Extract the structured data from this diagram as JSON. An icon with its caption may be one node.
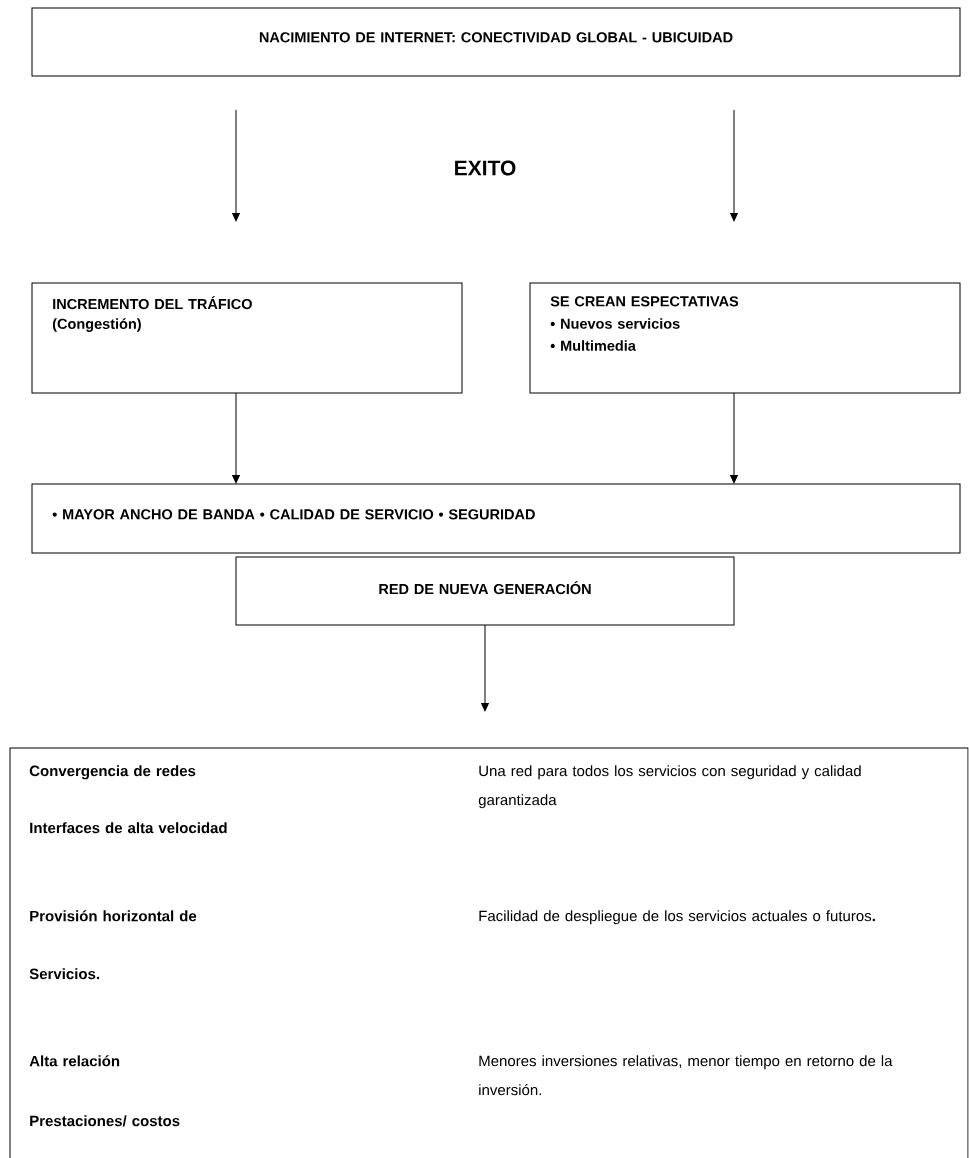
{
  "diagram": {
    "nodes": [
      {
        "text": [
          "NACIMIENTO DE INTERNET: CONECTIVIDAD GLOBAL - UBICUIDAD"
        ]
      },
      {
        "text": [
          "INCREMENTO DEL TRÁFICO",
          "(Congestión)"
        ]
      },
      {
        "text": [
          "SE CREAN ESPECTATIVAS",
          "• Nuevos servicios",
          "• Multimedia"
        ]
      },
      {
        "text": [
          "• MAYOR ANCHO DE BANDA • CALIDAD DE SERVICIO • SEGURIDAD"
        ]
      },
      {
        "text": [
          "RED DE NUEVA GENERACIÓN"
        ]
      },
      {
        "text": [
          "Convergencia de redes",
          "Una red para todos los servicios con seguridad y calidad garantizada",
          "Interfaces de alta velocidad",
          "Provisión horizontal de",
          "Facilidad de despliegue de los servicios actuales o futuros**.**",
          "Servicios.",
          "Alta relación",
          "Menores inversiones relativas, menor tiempo en retorno de la inversión.",
          "Prestaciones/ costos"
        ]
      }
    ],
    "edges": [
      {
        "from": 0,
        "to": 1,
        "arrow": "to"
      },
      {
        "from": 0,
        "to": 2,
        "arrow": "to"
      },
      {
        "from": 1,
        "to": 3,
        "arrow": "to"
      },
      {
        "from": 2,
        "to": 3,
        "arrow": "to"
      },
      {
        "from": 4,
        "to": 5,
        "arrow": "to"
      }
    ],
    "labels": [
      "EXITO"
    ]
  }
}
